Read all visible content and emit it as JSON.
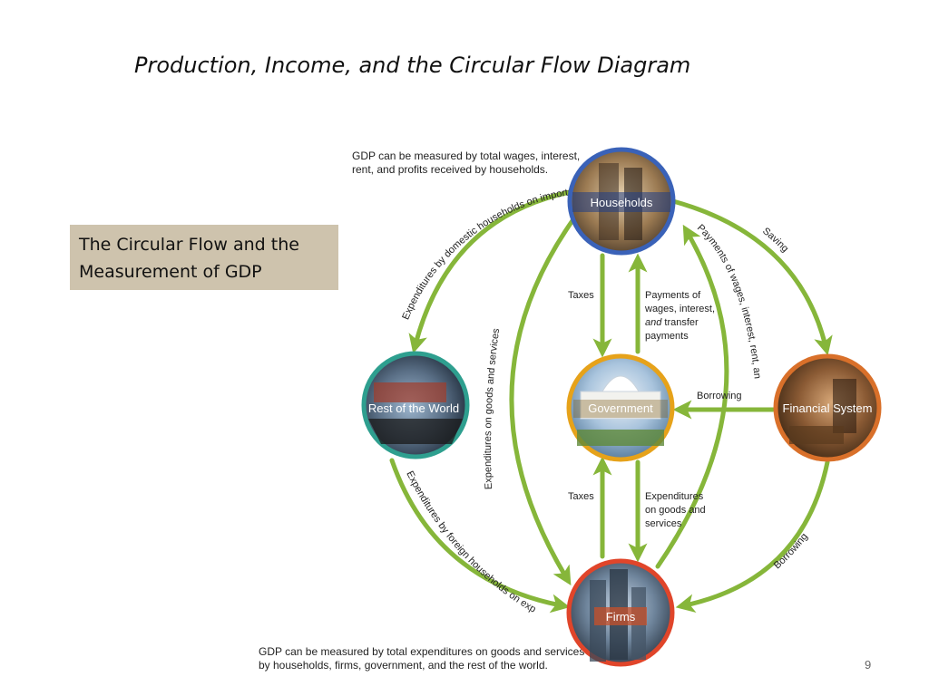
{
  "slide": {
    "title": "Production, Income, and the Circular Flow Diagram",
    "page_number": "9"
  },
  "caption": {
    "line1": "The Circular Flow and the",
    "line2": "Measurement of GDP"
  },
  "notes": {
    "top_line1": "GDP can be measured by total wages, interest,",
    "top_line2": "rent, and profits received by households.",
    "bottom_line1": "GDP can be measured by total expenditures on goods and services",
    "bottom_line2": "by households, firms, government, and the rest of the world."
  },
  "nodes": {
    "households": "Households",
    "rest_of_world": "Rest of the World",
    "government": "Government",
    "financial_system": "Financial System",
    "firms": "Firms"
  },
  "flows": {
    "imports": "Expenditures by domestic households on imports",
    "saving": "Saving",
    "payments_profit": "Payments of wages, interest, rent, and profit",
    "goods_services": "Expenditures on goods and services",
    "taxes_households": "Taxes",
    "transfers_line1": "Payments of",
    "transfers_line2": "wages, interest,",
    "transfers_line3_italic": "and",
    "transfers_line3_rest": " transfer",
    "transfers_line4": "payments",
    "borrowing_gov": "Borrowing",
    "taxes_firms": "Taxes",
    "gov_exp_line1": "Expenditures",
    "gov_exp_line2": "on goods and",
    "gov_exp_line3": "services",
    "exports": "Expenditures by foreign households on exports",
    "borrowing_firms": "Borrowing"
  },
  "colors": {
    "arrow": "#86b63a",
    "households_ring": "#3a62b8",
    "rest_of_world_ring": "#2e9f8f",
    "government_ring": "#e6a21a",
    "financial_system_ring": "#d9702a",
    "firms_ring": "#e0452a",
    "caption_bg": "#cec3ad"
  }
}
